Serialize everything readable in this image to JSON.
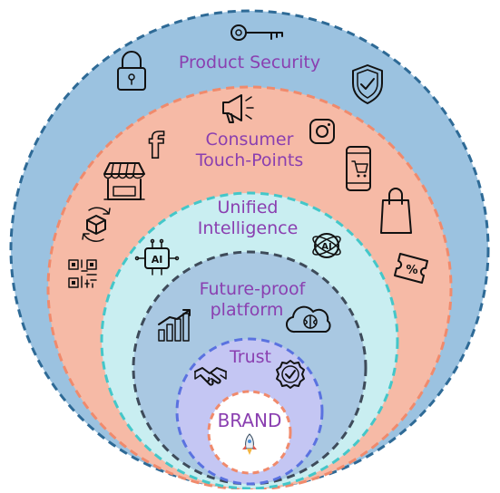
{
  "rings": [
    {
      "label": "Product Security",
      "fill": "#9bc2e0",
      "stroke": "#2e6a96"
    },
    {
      "label": "Consumer",
      "label2": "Touch-Points",
      "fill": "#f6baa6",
      "stroke": "#f08a6c"
    },
    {
      "label": "Unified",
      "label2": "Intelligence",
      "fill": "#c9eef1",
      "stroke": "#43c7c9"
    },
    {
      "label": "Future-proof",
      "label2": "platform",
      "fill": "#a9c8e2",
      "stroke": "#3e4b5a"
    },
    {
      "label": "Trust",
      "fill": "#c4c6f3",
      "stroke": "#5a72e0"
    },
    {
      "label": "BRAND",
      "fill": "#ffffff",
      "stroke": "#f08a6c"
    }
  ],
  "text_color": "#8a3fb0",
  "icons": {
    "security": [
      "key-icon",
      "padlock-icon",
      "shield-check-icon"
    ],
    "touchpoints": [
      "megaphone-icon",
      "facebook-icon",
      "instagram-icon",
      "storefront-icon",
      "mobile-cart-icon",
      "shopping-bag-icon",
      "recycle-box-icon",
      "qr-code-icon",
      "discount-ticket-icon"
    ],
    "intelligence": [
      "ai-chip-icon",
      "ai-brain-icon"
    ],
    "platform": [
      "growth-chart-icon",
      "cloud-brain-icon"
    ],
    "trust": [
      "handshake-icon",
      "verified-badge-icon"
    ],
    "brand": [
      "rocket-icon"
    ]
  },
  "icon_glyphs": {
    "facebook": "f",
    "discount": "%",
    "ai": "AI"
  }
}
